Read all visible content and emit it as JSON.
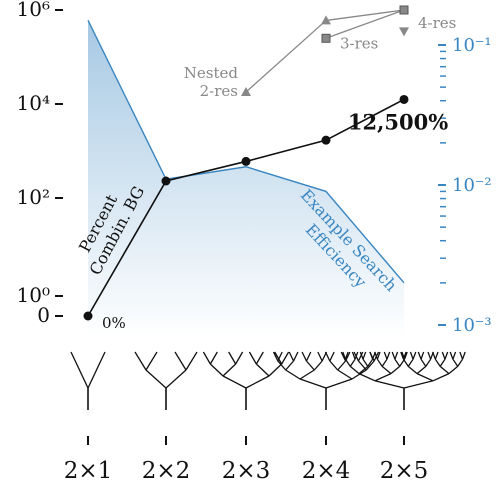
{
  "chart_data": {
    "type": "line",
    "categories": [
      "2×1",
      "2×2",
      "2×3",
      "2×4",
      "2×5"
    ],
    "left_axis": {
      "scale": "log",
      "tick_labels": [
        "0",
        "10⁰",
        "10²",
        "10⁴",
        "10⁶"
      ],
      "color": "#111111"
    },
    "right_axis": {
      "scale": "log",
      "tick_labels": [
        "10⁻³",
        "10⁻²",
        "10⁻¹"
      ],
      "color": "#3a86c1"
    },
    "series": [
      {
        "name": "Percent Combin. BG",
        "axis": "left",
        "color": "#111111",
        "values": [
          0,
          230,
          600,
          1700,
          12500
        ],
        "point_labels": [
          "0%",
          "",
          "",
          "",
          "12,500%"
        ]
      },
      {
        "name": "Example Search Efficiency",
        "axis": "right",
        "color": "#3a86c1",
        "fill": "gradient-area",
        "values": [
          0.15,
          0.011,
          0.0135,
          0.009,
          0.002
        ]
      },
      {
        "name": "Nested",
        "axis": "left",
        "color": "#888888",
        "values": [
          null,
          null,
          18000,
          250000,
          1000000
        ],
        "point_labels": [
          "",
          "",
          "2-res",
          "3-res",
          "4-res"
        ],
        "markers": [
          "",
          "",
          "triangle",
          "square",
          "square"
        ]
      }
    ],
    "nested_extra_points": [
      {
        "category": "2×4",
        "value": 600000,
        "marker": "triangle"
      },
      {
        "category": "2×5",
        "value": 350000,
        "marker": "triangle-down"
      }
    ]
  }
}
